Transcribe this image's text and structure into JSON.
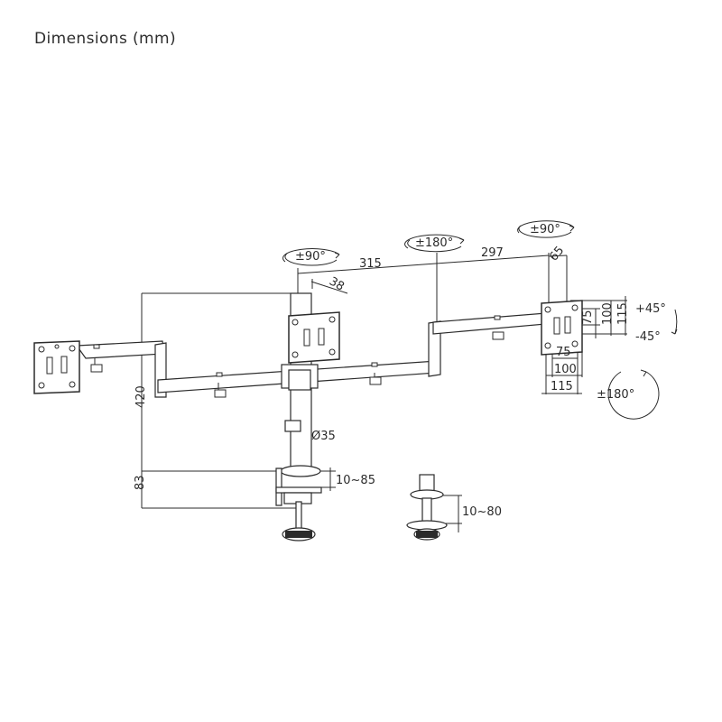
{
  "title": "Dimensions (mm)",
  "dimensions": {
    "arm_left_segment": "315",
    "arm_right_segment": "297",
    "offset_65": "65",
    "offset_38": "38",
    "height": "420",
    "clamp_height": "83",
    "pole_diameter": "Ø35",
    "clamp_range": "10~85",
    "grommet_range": "10~80",
    "vesa_75_h": "75",
    "vesa_100_h": "100",
    "vesa_115_h": "115",
    "vesa_75_w": "75",
    "vesa_100_w": "100",
    "vesa_115_w": "115"
  },
  "rotations": {
    "center_swivel": "±90°",
    "middle_joint": "±180°",
    "right_swivel": "±90°",
    "tilt_up": "+45°",
    "tilt_down": "-45°",
    "rotate": "±180°"
  }
}
